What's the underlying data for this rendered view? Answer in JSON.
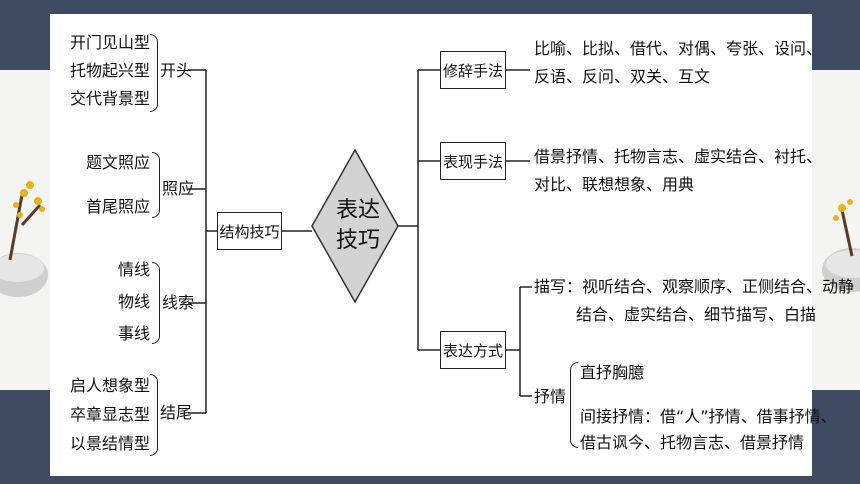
{
  "center": {
    "line1": "表达",
    "line2": "技巧"
  },
  "structure": {
    "label": "结构技巧",
    "groups": [
      {
        "name": "开头",
        "items": [
          "开门见山型",
          "托物起兴型",
          "交代背景型"
        ]
      },
      {
        "name": "照应",
        "items": [
          "题文照应",
          "首尾照应"
        ]
      },
      {
        "name": "线索",
        "items": [
          "情线",
          "物线",
          "事线"
        ]
      },
      {
        "name": "结尾",
        "items": [
          "启人想象型",
          "卒章显志型",
          "以景结情型"
        ]
      }
    ]
  },
  "rhetoric": {
    "label": "修辞手法",
    "line1": "比喻、比拟、借代、对偶、夸张、设问、",
    "line2": "反语、反问、双关、互文"
  },
  "expression": {
    "label": "表现手法",
    "line1": "借景抒情、托物言志、虚实结合、衬托、",
    "line2": "对比、联想想象、用典"
  },
  "method": {
    "label": "表达方式",
    "describe_line1": "描写：视听结合、观察顺序、正侧结合、动静",
    "describe_line2": "结合、虚实结合、细节描写、白描",
    "lyric": "抒情",
    "direct": "直抒胸臆",
    "indirect_line1": "间接抒情：借“人”抒情、借事抒情、",
    "indirect_line2": "借古讽今、托物言志、借景抒情"
  },
  "colors": {
    "background": "#3e4b63",
    "card": "#ffffff",
    "diamond": "#d3d3d3"
  }
}
